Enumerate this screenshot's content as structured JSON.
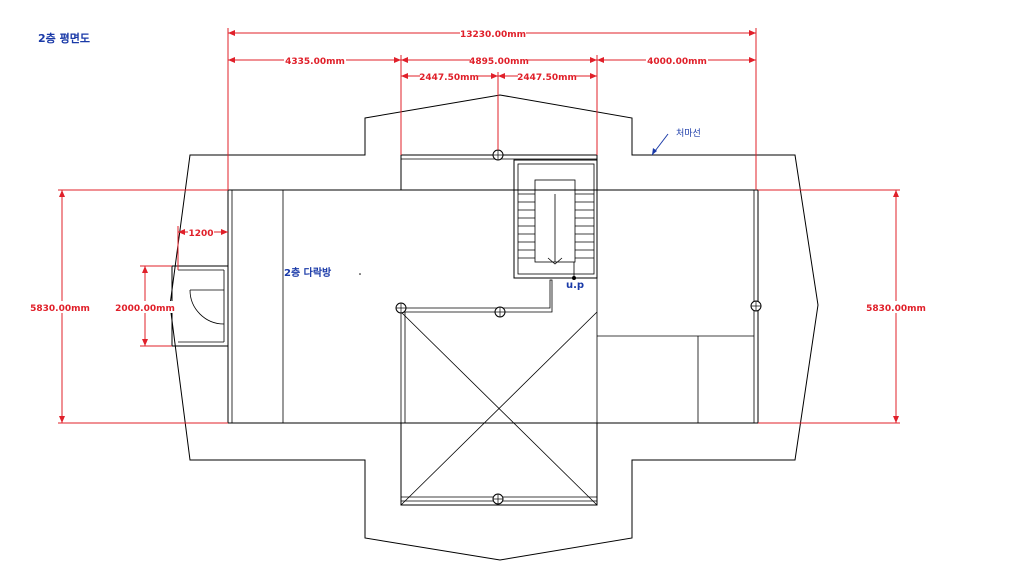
{
  "title": "2층 평면도",
  "room_label": "2층 다락방",
  "eave_label": "처마선",
  "stair_label": "u.p",
  "dimensions": {
    "total_width": "13230.00mm",
    "left_span": "4335.00mm",
    "middle_span": "4895.00mm",
    "middle_half_left": "2447.50mm",
    "middle_half_right": "2447.50mm",
    "right_span": "4000.00mm",
    "height_left": "5830.00mm",
    "height_right": "5830.00mm",
    "door_offset": "1200",
    "door_height": "2000.00mm"
  },
  "colors": {
    "dimension": "#e0202a",
    "label": "#1a3aa8",
    "wall": "#000000"
  }
}
